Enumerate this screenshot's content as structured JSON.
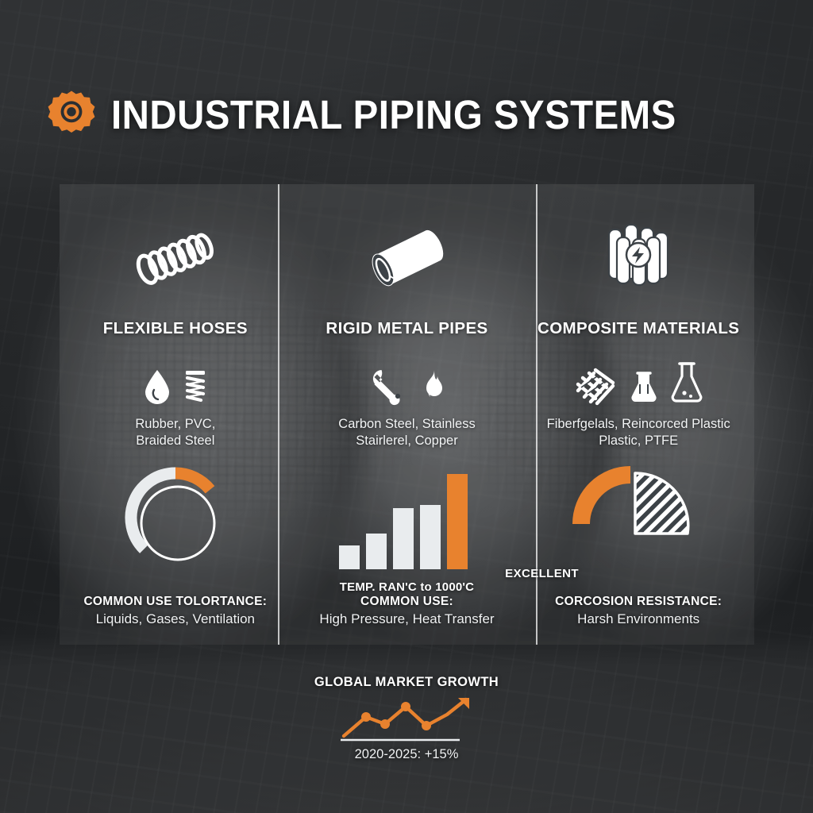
{
  "header": {
    "title": "INDUSTRIAL PIPING SYSTEMS",
    "gear_icon": "gear-icon"
  },
  "colors": {
    "accent_orange": "#E8822E",
    "text_white": "#FFFFFF",
    "bar_white": "#E9ECEE",
    "panel_tint": "rgba(255,255,255,0.07)"
  },
  "columns": [
    {
      "id": "flexible-hoses",
      "title": "FLEXIBLE HOSES",
      "header_icon": "flexible-hose-icon",
      "material_icons": [
        "water-droplet-icon",
        "coil-spring-icon"
      ],
      "materials": "Rubber, PVC,\nBraided Steel",
      "viz": {
        "type": "donut-gauge",
        "track_color": "#E9ECEE",
        "value_color": "#E8822E",
        "value_pct": 18,
        "track_pct": 62
      },
      "footer_label": "COMMON USE TOLORTANCE:",
      "footer_value": "Liquids, Gases, Ventilation"
    },
    {
      "id": "rigid-metal-pipes",
      "title": "RIGID METAL PIPES",
      "header_icon": "metal-pipe-icon",
      "material_icons": [
        "wrench-icon",
        "flame-icon"
      ],
      "materials": "Carbon Steel, Stainless\nStairlerel, Copper",
      "viz": {
        "type": "bar",
        "caption": "TEMP. RAN'C to 1000'C"
      },
      "footer_label": "COMMON USE:",
      "footer_value": "High Pressure, Heat Transfer"
    },
    {
      "id": "composite-materials",
      "title": "COMPOSITE MATERIALS",
      "header_icon": "composite-pipes-bundle-icon",
      "material_icons": [
        "woven-fiber-icon",
        "flask-small-icon",
        "flask-large-icon"
      ],
      "materials": "Fiberfgelals, Reincorced Plastic\nPlastic, PTFE",
      "viz": {
        "type": "quarter-pie-gauge",
        "arc_color": "#E8822E",
        "wedge_style": "hatched-white",
        "rating": "EXCELLENT"
      },
      "footer_label": "CORCOSION RESISTANCE:",
      "footer_value": "Harsh Environments"
    }
  ],
  "growth": {
    "title": "GLOBAL MARKET GROWTH",
    "subtitle": "2020-2025: +15%"
  },
  "chart_data": [
    {
      "type": "bar",
      "title": "TEMP. RAN'C to 1000'C",
      "categories": [
        "1",
        "2",
        "3",
        "4",
        "5"
      ],
      "values": [
        18,
        30,
        62,
        66,
        100
      ],
      "colors": [
        "#E9ECEE",
        "#E9ECEE",
        "#E9ECEE",
        "#E9ECEE",
        "#E8822E"
      ],
      "xlabel": "",
      "ylabel": "",
      "ylim": [
        0,
        100
      ],
      "grid": false,
      "legend": "none"
    },
    {
      "type": "line",
      "title": "GLOBAL MARKET GROWTH",
      "annotation": "2020-2025: +15%",
      "x": [
        0,
        1,
        2,
        3,
        4,
        5,
        6
      ],
      "y": [
        8,
        48,
        32,
        78,
        30,
        62,
        96
      ],
      "series": [
        {
          "name": "Market growth",
          "values": [
            8,
            48,
            32,
            78,
            30,
            62,
            96
          ],
          "color": "#E8822E"
        }
      ],
      "markers_at": [
        1,
        2,
        3,
        4
      ],
      "arrow_end": true,
      "xlabel": "",
      "ylabel": "",
      "ylim": [
        0,
        100
      ],
      "grid": false,
      "legend": "none"
    },
    {
      "type": "pie",
      "title": "FLEXIBLE HOSES tolerance gauge",
      "labels": [
        "value",
        "track",
        "empty"
      ],
      "values": [
        18,
        62,
        20
      ],
      "colors": [
        "#E8822E",
        "#E9ECEE",
        "transparent"
      ],
      "legend": "none"
    },
    {
      "type": "pie",
      "title": "COMPOSITE MATERIALS corrosion resistance",
      "labels": [
        "arc",
        "wedge"
      ],
      "values": [
        25,
        25
      ],
      "colors": [
        "#E8822E",
        "#FFFFFF"
      ],
      "annotation": "EXCELLENT",
      "legend": "none"
    }
  ]
}
